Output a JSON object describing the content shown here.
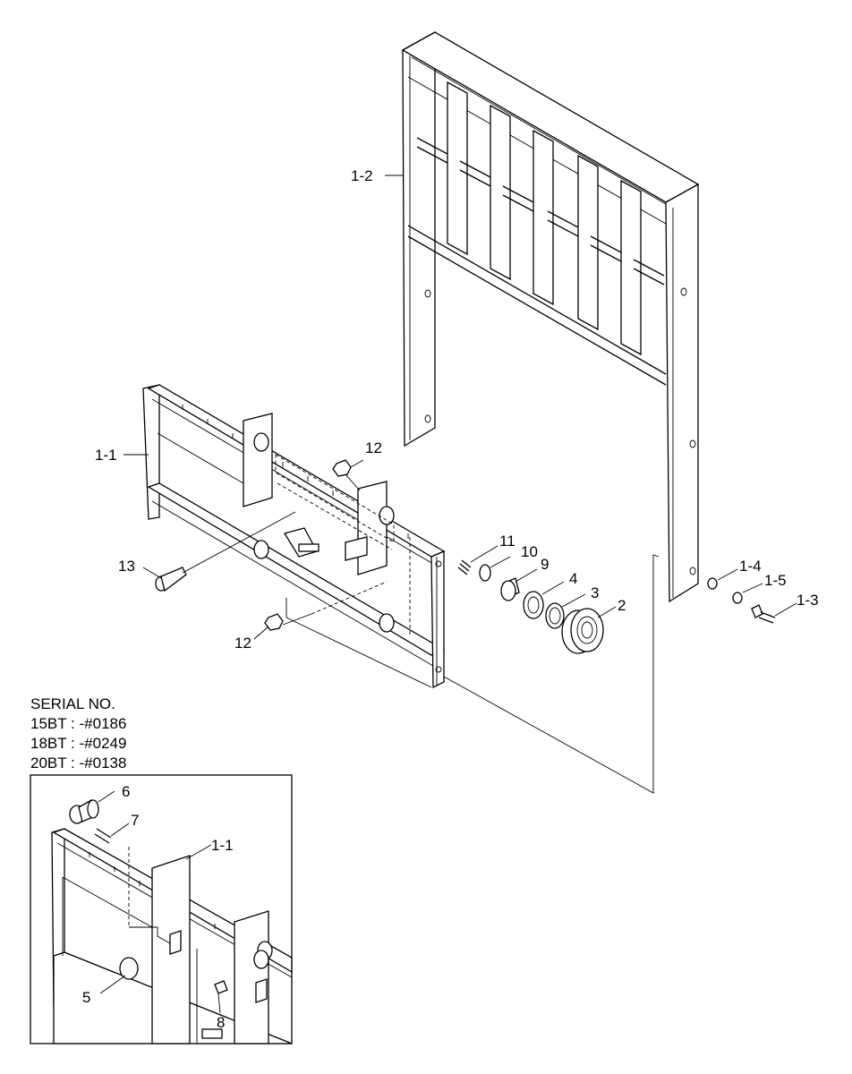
{
  "serial": {
    "heading": "SERIAL NO.",
    "lines": [
      "15BT : -#0186",
      "18BT : -#0249",
      "20BT : -#0138"
    ]
  },
  "labels": {
    "p1_2": "1-2",
    "p1_1": "1-1",
    "p12_top": "12",
    "p13": "13",
    "p12_bottom": "12",
    "p11": "11",
    "p10": "10",
    "p9": "9",
    "p4": "4",
    "p3": "3",
    "p2": "2",
    "p1_4": "1-4",
    "p1_5": "1-5",
    "p1_3": "1-3",
    "p6": "6",
    "p7": "7",
    "p1_1_inset": "1-1",
    "p5": "5",
    "p8": "8"
  }
}
